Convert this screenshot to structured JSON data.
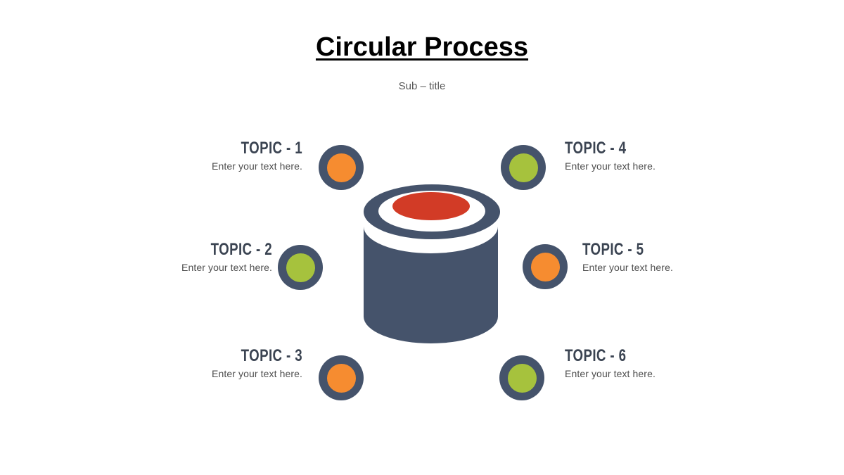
{
  "slide": {
    "title": "Circular Process",
    "subtitle": "Sub – title"
  },
  "colors": {
    "slate": "#45536B",
    "red": "#D23B26",
    "orange": "#F68C30",
    "green": "#A6C23D",
    "title_text": "#000000",
    "subtitle_text": "#595959",
    "topic_label_text": "#3B4452",
    "topic_desc_text": "#4E4E4E"
  },
  "center": {
    "icon": "sushi-roll-cylinder"
  },
  "topics": [
    {
      "label": "TOPIC - 1",
      "description": "Enter your text here.",
      "dot_color": "#F68C30",
      "side": "left"
    },
    {
      "label": "TOPIC - 2",
      "description": "Enter your text here.",
      "dot_color": "#A6C23D",
      "side": "left"
    },
    {
      "label": "TOPIC - 3",
      "description": "Enter your text here.",
      "dot_color": "#F68C30",
      "side": "left"
    },
    {
      "label": "TOPIC - 4",
      "description": "Enter your text here.",
      "dot_color": "#A6C23D",
      "side": "right"
    },
    {
      "label": "TOPIC - 5",
      "description": "Enter your text here.",
      "dot_color": "#F68C30",
      "side": "right"
    },
    {
      "label": "TOPIC - 6",
      "description": "Enter your text here.",
      "dot_color": "#A6C23D",
      "side": "right"
    }
  ]
}
